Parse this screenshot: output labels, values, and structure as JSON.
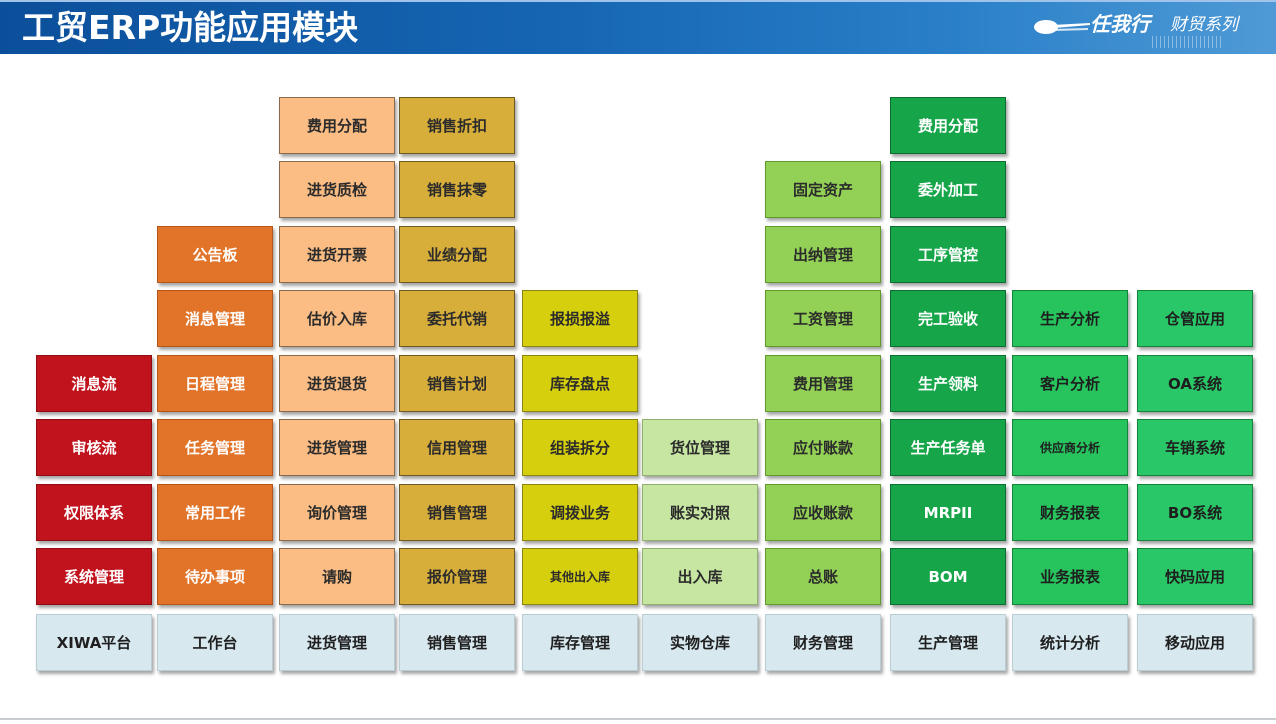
{
  "header": {
    "title": "工贸ERP功能应用模块",
    "brand_name": "任我行",
    "brand_sub": "财贸系列"
  },
  "colors": {
    "header_blue": "#1666b4",
    "xiwa": "#c0131d",
    "workbench": "#e2742a",
    "purchase": "#fbbd83",
    "sales": "#d8ae3a",
    "inventory": "#d6cf0e",
    "warehouse": "#c6e6a2",
    "finance": "#93d156",
    "production": "#17a54a",
    "analytics": "#27c45e",
    "mobile": "#29c767",
    "base": "#d7e8ee"
  },
  "columns": [
    {
      "id": "xiwa",
      "base": "XIWA平台",
      "color": "c-red",
      "items": [
        "系统管理",
        "权限体系",
        "审核流",
        "消息流"
      ]
    },
    {
      "id": "workbench",
      "base": "工作台",
      "color": "c-orange",
      "items": [
        "待办事项",
        "常用工作",
        "任务管理",
        "日程管理",
        "消息管理",
        "公告板"
      ]
    },
    {
      "id": "purchase",
      "base": "进货管理",
      "color": "c-peach",
      "items": [
        "请购",
        "询价管理",
        "进货管理",
        "进货退货",
        "估价入库",
        "进货开票",
        "进货质检",
        "费用分配"
      ]
    },
    {
      "id": "sales",
      "base": "销售管理",
      "color": "c-gold",
      "items": [
        "报价管理",
        "销售管理",
        "信用管理",
        "销售计划",
        "委托代销",
        "业绩分配",
        "销售抹零",
        "销售折扣"
      ]
    },
    {
      "id": "inventory",
      "base": "库存管理",
      "color": "c-olive",
      "items": [
        "其他出入库",
        "调拨业务",
        "组装拆分",
        "库存盘点",
        "报损报溢"
      ]
    },
    {
      "id": "warehouse",
      "base": "实物仓库",
      "color": "c-pale",
      "items": [
        "出入库",
        "账实对照",
        "货位管理"
      ]
    },
    {
      "id": "finance",
      "base": "财务管理",
      "color": "c-lime",
      "items": [
        "总账",
        "应收账款",
        "应付账款",
        "费用管理",
        "工资管理",
        "出纳管理",
        "固定资产"
      ]
    },
    {
      "id": "production",
      "base": "生产管理",
      "color": "c-dgreen",
      "items": [
        "BOM",
        "MRPII",
        "生产任务单",
        "生产领料",
        "完工验收",
        "工序管控",
        "委外加工",
        "费用分配"
      ]
    },
    {
      "id": "analytics",
      "base": "统计分析",
      "color": "c-bgreen",
      "items": [
        "业务报表",
        "财务报表",
        "供应商分析",
        "客户分析",
        "生产分析"
      ]
    },
    {
      "id": "mobile",
      "base": "移动应用",
      "color": "c-mgreen",
      "items": [
        "快码应用",
        "BO系统",
        "车销系统",
        "OA系统",
        "仓管应用"
      ]
    }
  ]
}
